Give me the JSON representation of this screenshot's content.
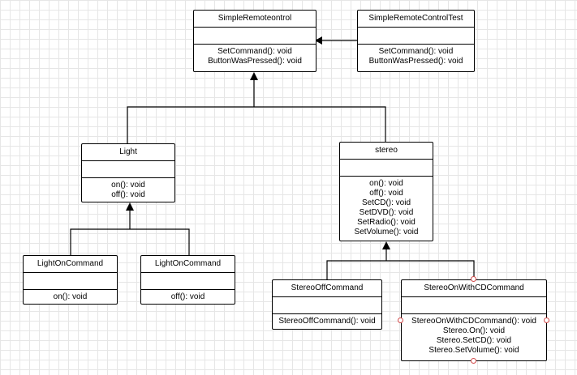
{
  "classes": {
    "simple_remote_control": {
      "name": "SimpleRemoteontrol",
      "methods": [
        "SetCommand(): void",
        "ButtonWasPressed(): void"
      ]
    },
    "simple_remote_control_test": {
      "name": "SimpleRemoteControlTest",
      "methods": [
        "SetCommand(): void",
        "ButtonWasPressed(): void"
      ]
    },
    "light": {
      "name": "Light",
      "methods": [
        "on(): void",
        "off(): void"
      ]
    },
    "stereo": {
      "name": "stereo",
      "methods": [
        "on(): void",
        "off(): void",
        "SetCD(): void",
        "SetDVD(): void",
        "SetRadio(): void",
        "SetVolume(): void"
      ]
    },
    "light_on_command_1": {
      "name": "LightOnCommand",
      "methods": [
        "on(): void"
      ]
    },
    "light_on_command_2": {
      "name": "LightOnCommand",
      "methods": [
        "off(): void"
      ]
    },
    "stereo_off_command": {
      "name": "StereoOffCommand",
      "methods": [
        "StereoOffCommand(): void"
      ]
    },
    "stereo_on_with_cd_command": {
      "name": "StereoOnWithCDCommand",
      "methods": [
        "StereoOnWithCDCommand(): void",
        "Stereo.On(): void",
        "Stereo.SetCD(): void",
        "Stereo.SetVolume(): void"
      ]
    }
  },
  "colors": {
    "line": "#000000",
    "grid": "#e6e6e6",
    "selection_handle": "#d24a4a"
  }
}
